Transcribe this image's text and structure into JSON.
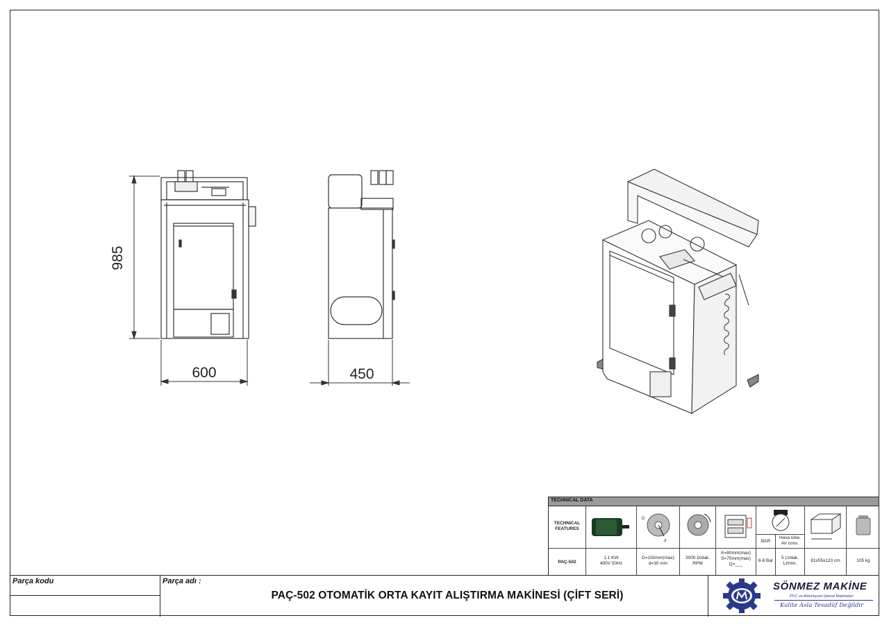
{
  "drawing": {
    "dims": {
      "height": "985",
      "width_front": "600",
      "width_side": "450"
    }
  },
  "tech_data": {
    "header": "TECHNICAL DATA",
    "row_label_features": "TECHNICAL FEATURES",
    "icons": [
      "motor-icon",
      "saw-blade-dimension-icon",
      "saw-blade-rotation-icon",
      "cutting-dimension-icon",
      "pressure-gauge-icon",
      "air-consumption-icon",
      "machine-dimensions-icon",
      "weight-icon"
    ],
    "bar_label": "BAR",
    "air_label_1": "Hava tüke.",
    "air_label_2": "Air cons.",
    "model": "PAÇ-502",
    "values": {
      "motor_1": "1.1 KW",
      "motor_2": "400V 50Hz",
      "blade_1": "D=150mm(max)",
      "blade_2": "d=30 mm",
      "speed_1": "3000 D/dak.",
      "speed_2": "RPM",
      "cut_1": "K=80mm(max)",
      "cut_2": "S=75mm(max)",
      "cut_3": "Q=___",
      "pressure": "6-8 Bar",
      "air_1": "5 Lt/dak.",
      "air_2": "Lt/min.",
      "dimensions": "81x55x120 cm",
      "weight": "105 kg"
    }
  },
  "title_block": {
    "part_code_label": "Parça kodu",
    "part_code_value": "",
    "part_name_label": "Parça adı :",
    "part_name": "PAÇ-502 OTOMATİK ORTA KAYIT ALIŞTIRMA MAKİNESİ (ÇİFT SERİ)"
  },
  "brand": {
    "name": "SÖNMEZ MAKİNE",
    "subtitle": "PVC ve Alüminyum İşleme Makineleri",
    "slogan": "Kalite Asla Tesadüf Değildir"
  },
  "colors": {
    "line": "#222222",
    "table_header": "#9b9b9b",
    "brand_blue": "#2a3a8a"
  }
}
